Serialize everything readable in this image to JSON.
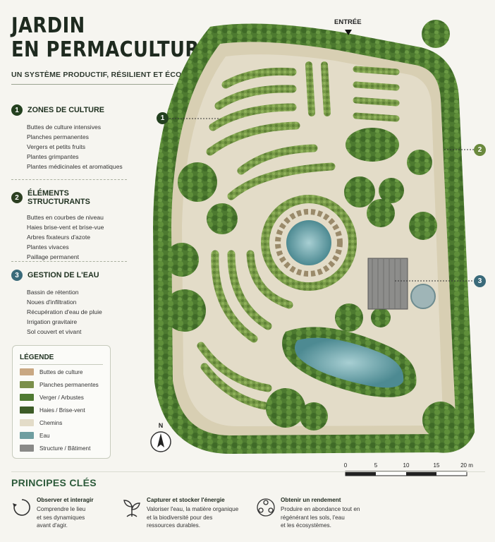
{
  "header": {
    "title_line1": "JARDIN",
    "title_line2": "EN PERMACULTURE",
    "subtitle": "UN SYSTÈME PRODUCTIF, RÉSILIENT ET ÉCONOME"
  },
  "sections": [
    {
      "number": "1",
      "title": "ZONES DE CULTURE",
      "items": [
        "Buttes de culture intensives",
        "Planches permanentes",
        "Vergers et petits fruits",
        "Plantes grimpantes",
        "Plantes médicinales et aromatiques"
      ]
    },
    {
      "number": "2",
      "title": "ÉLÉMENTS STRUCTURANTS",
      "items": [
        "Buttes en courbes de niveau",
        "Haies brise-vent et brise-vue",
        "Arbres fixateurs d'azote",
        "Plantes vivaces",
        "Paillage permanent"
      ]
    },
    {
      "number": "3",
      "title": "GESTION DE L'EAU",
      "items": [
        "Bassin de rétention",
        "Noues d'infiltration",
        "Récupération d'eau de pluie",
        "Irrigation gravitaire",
        "Sol couvert et vivant"
      ]
    }
  ],
  "legend": {
    "title": "LÉGENDE",
    "items": [
      {
        "label": "Buttes de culture",
        "color": "#c9a883"
      },
      {
        "label": "Planches permanentes",
        "color": "#7b8f4a"
      },
      {
        "label": "Verger / Arbustes",
        "color": "#4f7a32"
      },
      {
        "label": "Haies / Brise-vent",
        "color": "#3d5c27"
      },
      {
        "label": "Chemins",
        "color": "#e3dcc8"
      },
      {
        "label": "Eau",
        "color": "#6f9ea0"
      },
      {
        "label": "Structure / Bâtiment",
        "color": "#8a8a88"
      }
    ]
  },
  "map": {
    "entrance_label": "ENTRÉE",
    "callouts": [
      "1",
      "2",
      "3"
    ],
    "compass_label": "N",
    "scale": {
      "ticks": [
        "0",
        "5",
        "10",
        "15",
        "20 m"
      ]
    }
  },
  "principles": {
    "title": "PRINCIPES CLÉS",
    "items": [
      {
        "heading": "Observer et interagir",
        "lines": [
          "Comprendre le lieu",
          "et ses dynamiques",
          "avant d'agir."
        ],
        "icon": "cycle-icon"
      },
      {
        "heading": "Capturer et stocker l'énergie",
        "lines": [
          "Valoriser l'eau, la matière organique",
          "et la biodiversité pour des",
          "ressources durables."
        ],
        "icon": "sprout-icon"
      },
      {
        "heading": "Obtenir un rendement",
        "lines": [
          "Produire en abondance tout en",
          "régénérant les sols, l'eau",
          "et les écosystèmes."
        ],
        "icon": "community-icon"
      }
    ]
  },
  "colors": {
    "dark_green": "#1e2a1f",
    "water_blue": "#3a6a7a",
    "accent_green": "#2c5a3a",
    "path_beige": "#e3dcc8"
  }
}
